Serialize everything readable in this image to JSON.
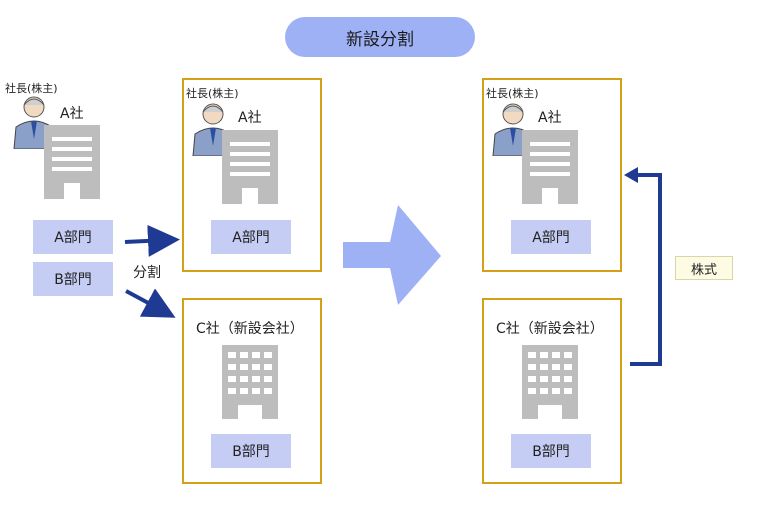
{
  "title": "新設分割",
  "labels": {
    "president": "社長(株主)",
    "company_a": "A社",
    "company_c": "C社（新設会社）",
    "dept_a": "A部門",
    "dept_b": "B部門",
    "split": "分割",
    "shares": "株式"
  },
  "colors": {
    "pill": "#9fb1f5",
    "frame": "#d4a017",
    "dept": "#c6cdf5",
    "arrow_navy": "#1f3a93",
    "arrow_big": "#9fb1f5",
    "building": "#bdbdbd",
    "note_bg": "#fdfbe4"
  }
}
